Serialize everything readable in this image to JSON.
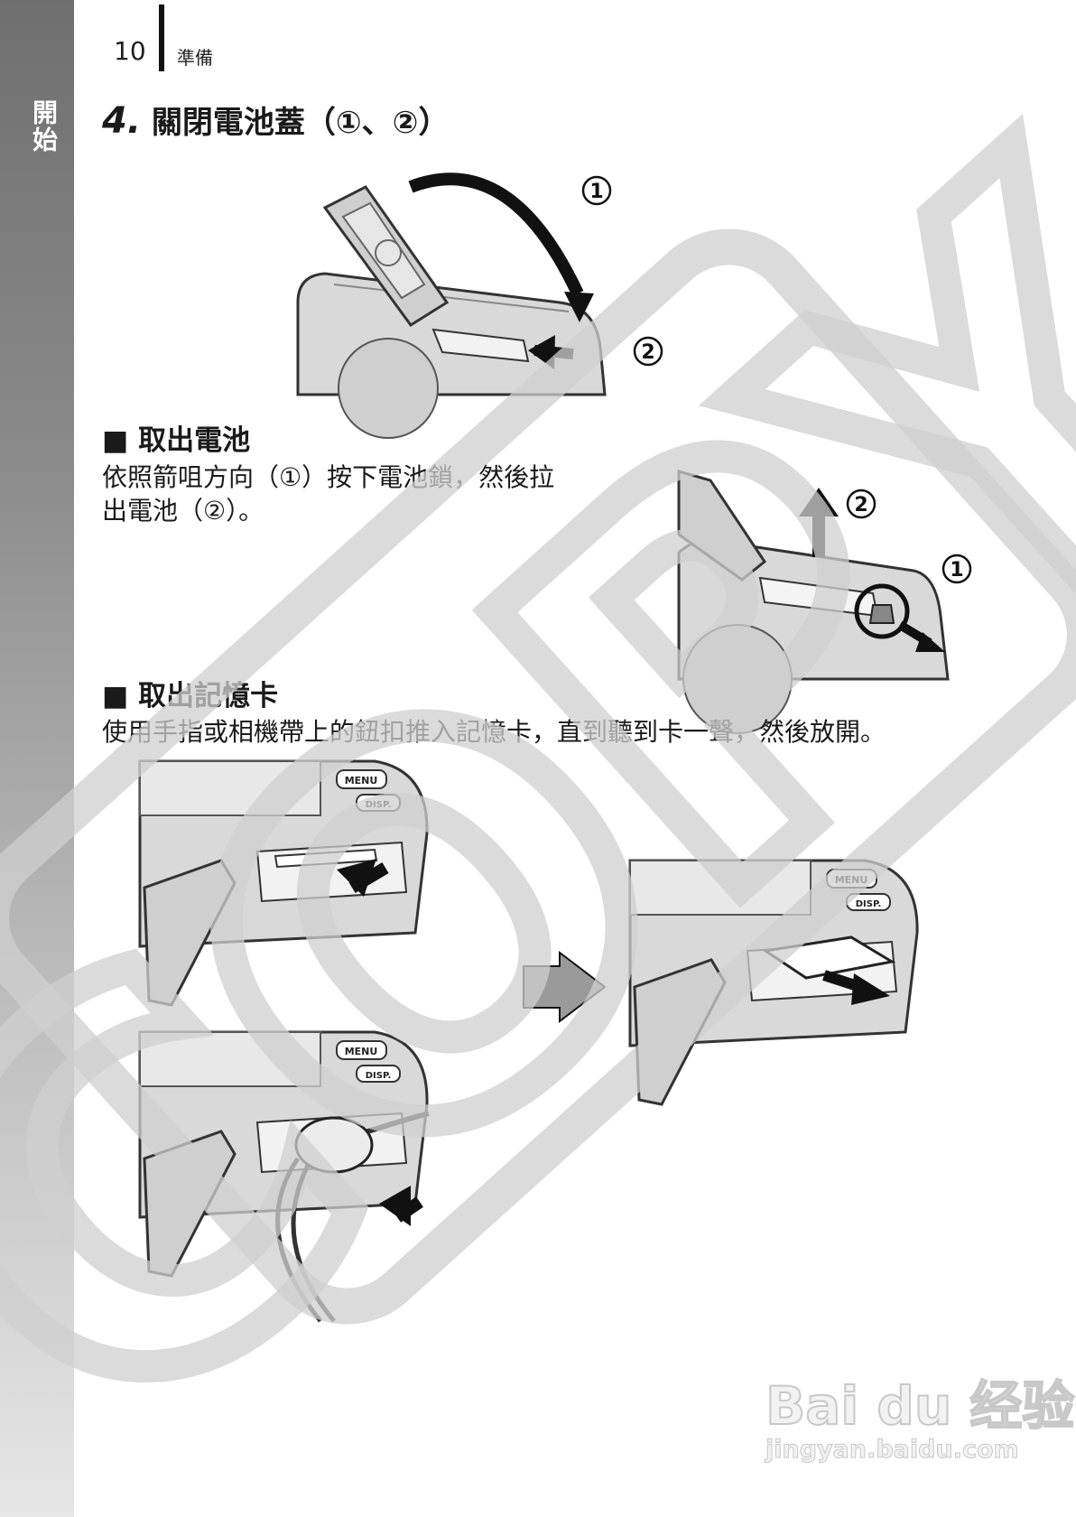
{
  "side_tab": {
    "label": "開始"
  },
  "header": {
    "page_number": "10",
    "section": "準備"
  },
  "step4": {
    "number": "4.",
    "title": "關閉電池蓋（①、②）"
  },
  "remove_battery": {
    "heading": "■ 取出電池",
    "text_line1": "依照箭咀方向（①）按下電池鎖，然後拉",
    "text_line2": "出電池（②）。"
  },
  "remove_card": {
    "heading": "■ 取出記憶卡",
    "text": "使用手指或相機帶上的鈕扣推入記憶卡，直到聽到卡一聲，然後放開。"
  },
  "callouts": {
    "one": "1",
    "two": "2"
  },
  "camera_buttons": {
    "menu": "MENU",
    "disp": "DISP."
  },
  "watermark": {
    "text": "COPY"
  },
  "logo": {
    "main": "Bai du 经验",
    "sub": "jingyan.baidu.com"
  },
  "colors": {
    "side_tab_top": "#6f6f6f",
    "side_tab_bottom": "#e6e6e6",
    "watermark": "#cfcfcf",
    "camera_body": "#d9d9d9"
  }
}
